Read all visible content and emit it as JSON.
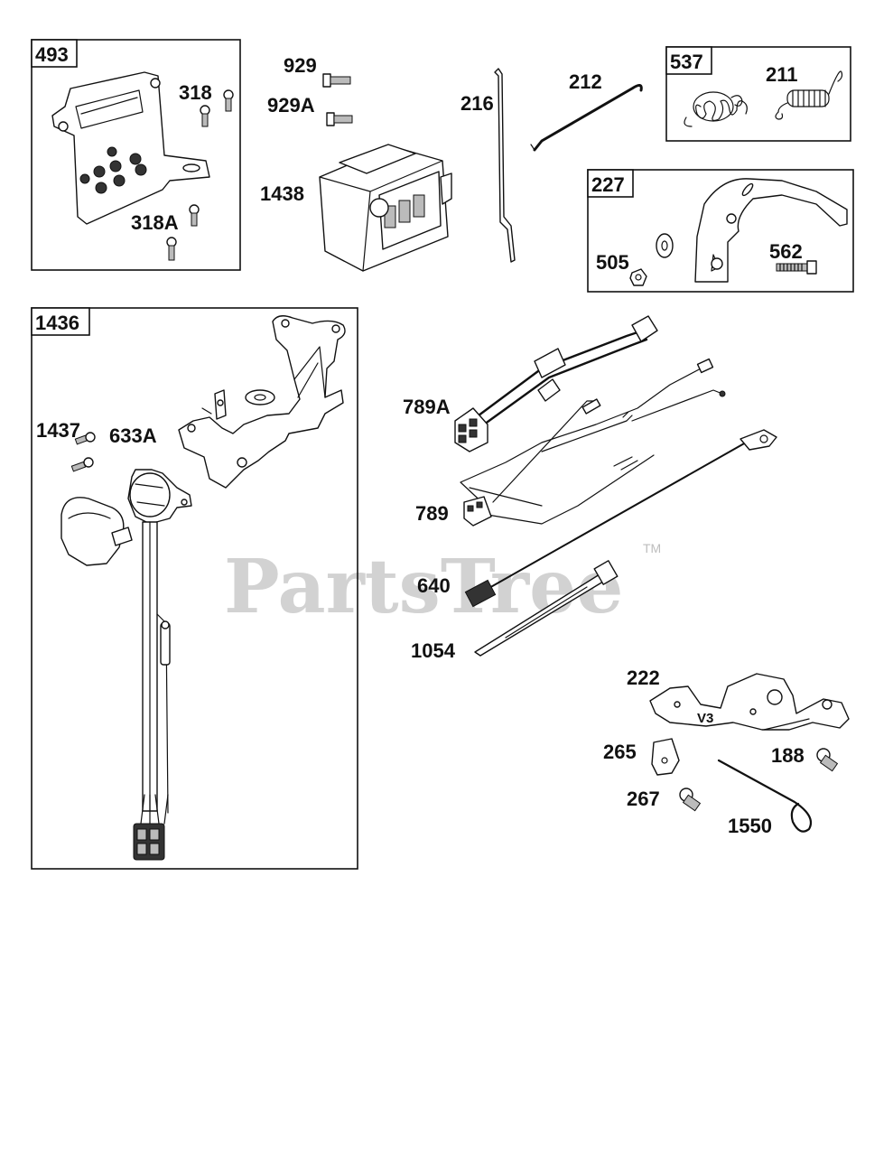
{
  "watermark": {
    "text": "PartsTree",
    "tm": "TM"
  },
  "boxes": {
    "b493": "493",
    "b537": "537",
    "b227": "227",
    "b1436": "1436"
  },
  "labels": {
    "l318": "318",
    "l318A": "318A",
    "l929": "929",
    "l929A": "929A",
    "l1438": "1438",
    "l216": "216",
    "l212": "212",
    "l211": "211",
    "l505": "505",
    "l562": "562",
    "l1437": "1437",
    "l633A": "633A",
    "l789A": "789A",
    "l789": "789",
    "l640": "640",
    "l1054": "1054",
    "l222": "222",
    "lV3": "V3",
    "l265": "265",
    "l188": "188",
    "l267": "267",
    "l1550": "1550"
  }
}
